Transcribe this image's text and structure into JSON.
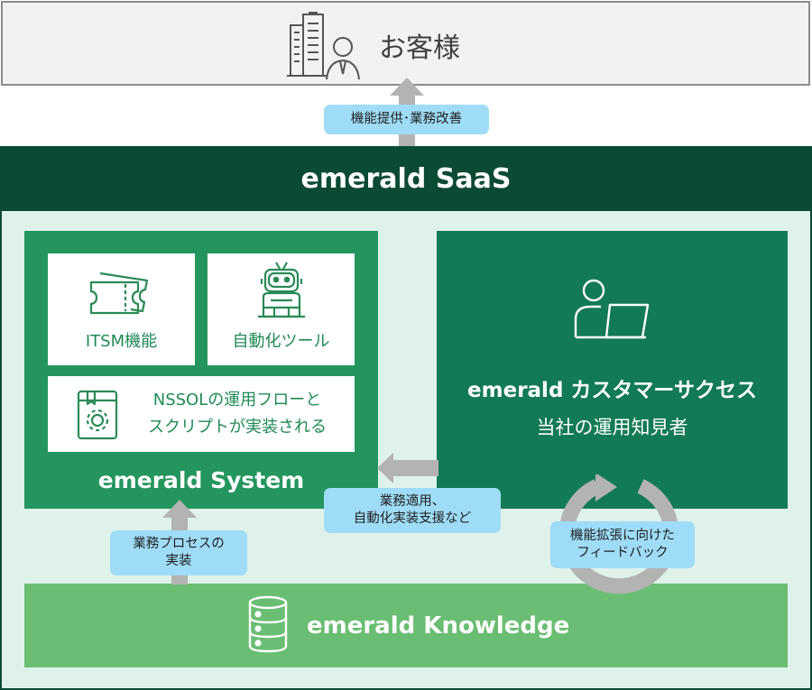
{
  "customer": {
    "label": "お客様",
    "icon": "customer-building-icon"
  },
  "saas": {
    "title": "emerald SaaS"
  },
  "system": {
    "title": "emerald System",
    "cards": {
      "itsm": {
        "label": "ITSM機能",
        "icon": "ticket-icon"
      },
      "automation": {
        "label": "自動化ツール",
        "icon": "robot-icon"
      },
      "flow": {
        "line1": "NSSOLの運用フローと",
        "line2": "スクリプトが実装される",
        "icon": "gear-document-icon"
      }
    }
  },
  "customer_success": {
    "title": "emerald カスタマーサクセス",
    "subtitle": "当社の運用知見者",
    "icon": "person-laptop-icon"
  },
  "knowledge": {
    "title": "emerald Knowledge",
    "icon": "database-icon"
  },
  "labels": {
    "provide": "機能提供･業務改善",
    "apply_line1": "業務適用、",
    "apply_line2": "自動化実装支援など",
    "process_line1": "業務プロセスの",
    "process_line2": "実装",
    "feedback_line1": "機能拡張に向けた",
    "feedback_line2": "フィードバック"
  },
  "colors": {
    "saas_dark": "#0b4a33",
    "system_green": "#24955f",
    "cs_green": "#127a54",
    "knowledge_green": "#6abe73",
    "background_mint": "#dff2ea",
    "bubble_blue": "#9fdcf7",
    "arrow_gray": "#b3b3b3"
  }
}
